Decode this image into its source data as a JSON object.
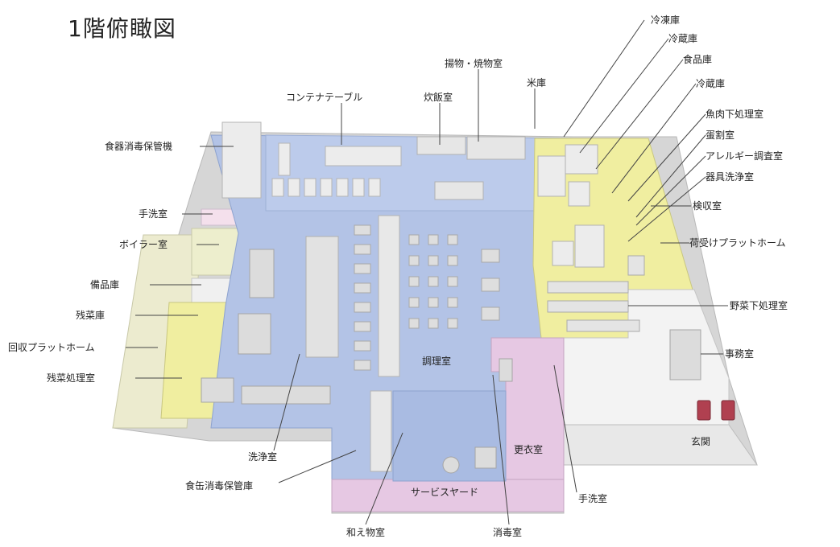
{
  "title": "1階俯瞰図",
  "labels": {
    "reitouko": "冷凍庫",
    "reizouko1": "冷蔵庫",
    "shokuhinko": "食品庫",
    "reizouko2": "冷蔵庫",
    "agemono": "揚物・焼物室",
    "komeko": "米庫",
    "container": "コンテナテーブル",
    "suihan": "炊飯室",
    "gyoniku": "魚肉下処理室",
    "rankatsu": "蛋割室",
    "allergy": "アレルギー調査室",
    "kigu": "器具洗浄室",
    "shokki": "食器消毒保管機",
    "kenshu": "検収室",
    "tearai1": "手洗室",
    "niuke": "荷受けプラットホーム",
    "boiler": "ボイラー室",
    "bihinko": "備品庫",
    "zansaiko": "残菜庫",
    "yasai": "野菜下処理室",
    "kaishu": "回収プラットホーム",
    "jimu": "事務室",
    "chouri": "調理室",
    "zansaishori": "残菜処理室",
    "koui": "更衣室",
    "genkan": "玄関",
    "senjou": "洗浄室",
    "shokkan": "食缶消毒保管庫",
    "service": "サービスヤード",
    "tearai2": "手洗室",
    "aemono": "和え物室",
    "shoudoku": "消毒室"
  },
  "colors": {
    "main_floor": "#b3c3e6",
    "zone_yellow": "#f0eea0",
    "zone_pink": "#e6c8e3",
    "zone_white": "#f3f3f3",
    "frame": "#d4d4d4",
    "equipment": "#e6e6e6"
  }
}
